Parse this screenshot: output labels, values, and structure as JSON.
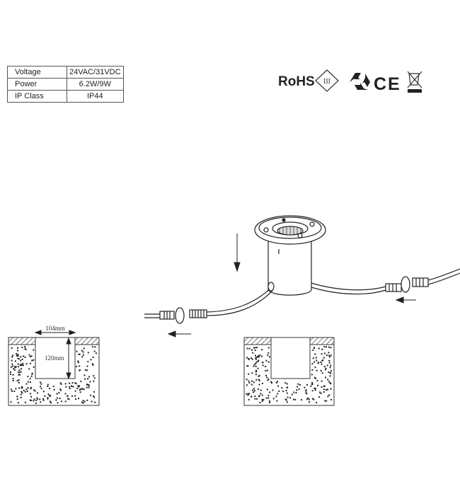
{
  "specs": [
    {
      "label": "Voltage",
      "value": "24VAC/31VDC"
    },
    {
      "label": "Power",
      "value": "6.2W/9W"
    },
    {
      "label": "IP Class",
      "value": "IP44"
    }
  ],
  "certifications": {
    "rohs": "RoHS",
    "class": "III",
    "ce": "CE"
  },
  "dimensions": {
    "width": "104mm",
    "depth": "120mm"
  }
}
